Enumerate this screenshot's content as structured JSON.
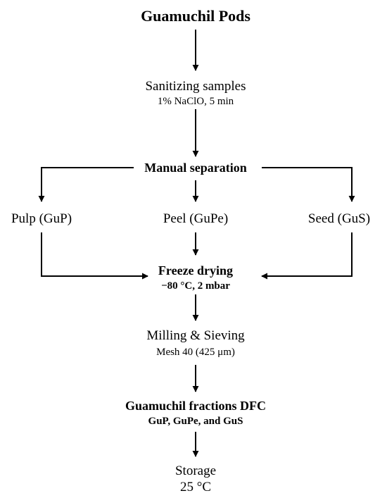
{
  "nodes": {
    "pods": {
      "title": "Guamuchil Pods"
    },
    "sanitizing": {
      "title": "Sanitizing samples",
      "detail": "1% NaClO, 5 min"
    },
    "separation": {
      "title": "Manual separation"
    },
    "pulp": {
      "title": "Pulp (GuP)"
    },
    "peel": {
      "title": "Peel (GuPe)"
    },
    "seed": {
      "title": "Seed (GuS)"
    },
    "freeze": {
      "title": "Freeze drying",
      "detail": "−80 °C, 2 mbar"
    },
    "milling": {
      "title": "Milling & Sieving",
      "detail": "Mesh 40 (425 μm)"
    },
    "fractions": {
      "title": "Guamuchil fractions DFC",
      "detail": "GuP, GuPe, and GuS"
    },
    "storage": {
      "title": "Storage",
      "detail": "25 °C"
    }
  },
  "colors": {
    "text": "#000000",
    "line": "#000000",
    "background": "#ffffff"
  }
}
